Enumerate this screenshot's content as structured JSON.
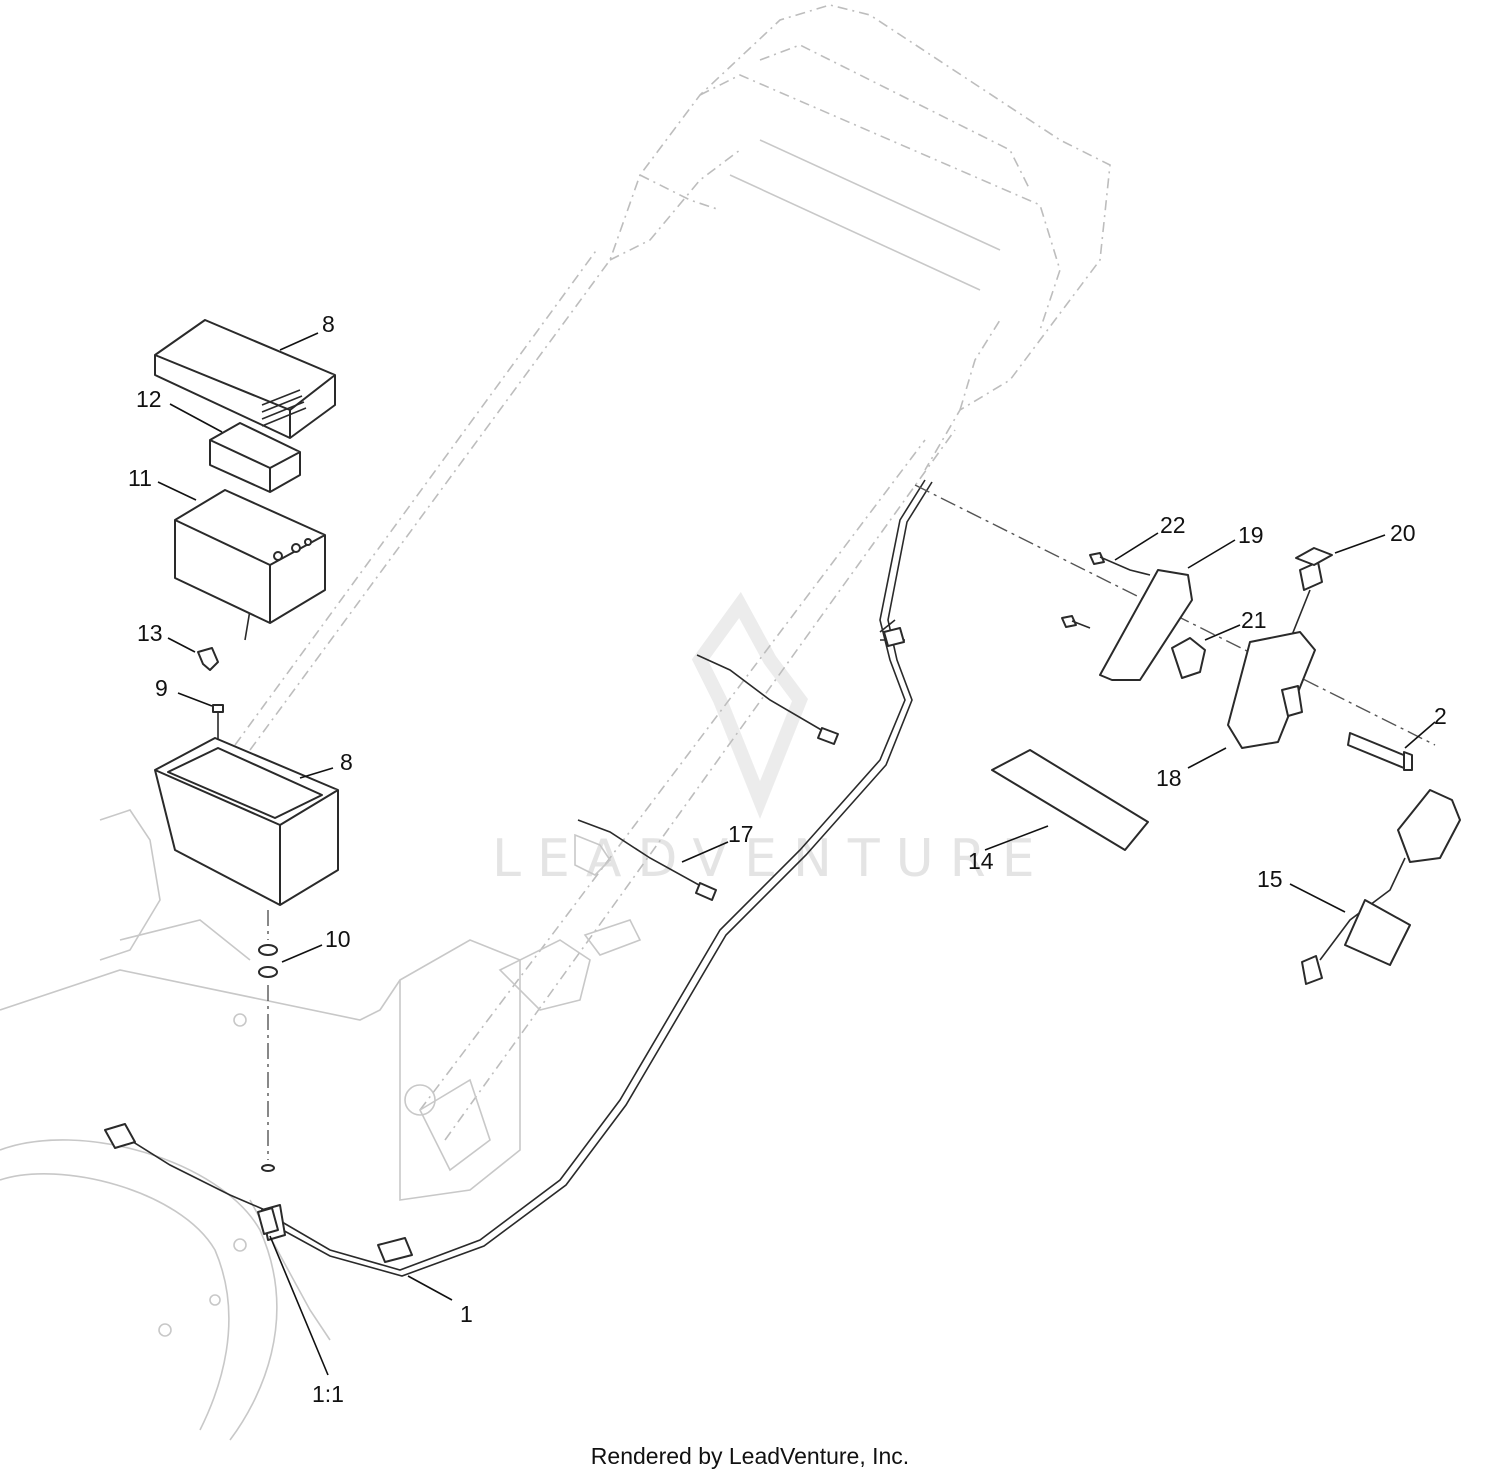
{
  "callouts": {
    "c8_top": "8",
    "c12": "12",
    "c11": "11",
    "c13": "13",
    "c9": "9",
    "c8_bottom": "8",
    "c10": "10",
    "c1": "1",
    "c1_1": "1:1",
    "c17": "17",
    "c14": "14",
    "c22": "22",
    "c19": "19",
    "c20": "20",
    "c21": "21",
    "c2": "2",
    "c18": "18",
    "c15": "15"
  },
  "watermark_text": "LEADVENTURE",
  "footer_text": "Rendered by LeadVenture, Inc."
}
